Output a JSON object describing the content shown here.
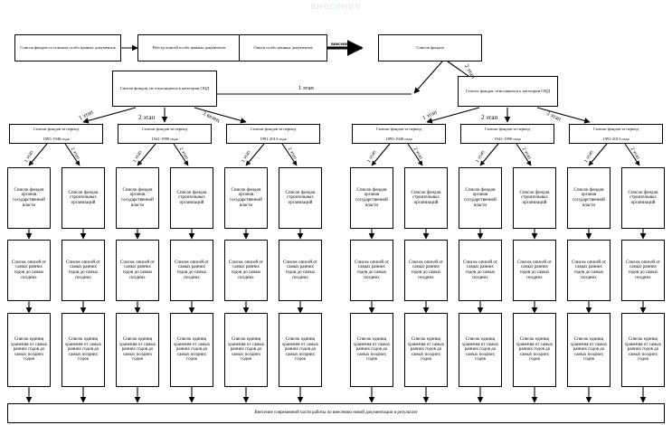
{
  "watermark": "внесение",
  "process_chain": [
    {
      "id": "p1",
      "label": "Список фондов со списком особо ценных документов"
    },
    {
      "id": "p2",
      "label": "Реестр описей особо ценных документов"
    },
    {
      "id": "p3",
      "label": "Описи особо ценных документов"
    },
    {
      "id": "p4",
      "label": "Список фондов"
    }
  ],
  "chain_connector_label": "внесение",
  "category_boxes": {
    "left": "Список фондов, не относящихся к категории ОЦД",
    "right": "Список фондов, относящихся к категории ОЦД"
  },
  "stage_label_to_left": "1 этап",
  "stage_label_to_right": "2 этап",
  "branches": [
    {
      "name": "left-branch",
      "stage_labels": [
        "1 этап",
        "2 этап",
        "3 кезең"
      ],
      "periods": [
        {
          "title": "Список фондов за период",
          "years": "1895-1940 года",
          "sub_stage_labels": [
            "1 этап",
            "2 этап"
          ],
          "funds": [
            "Список фондов органов государственной власти",
            "Список фондов строительных организаций"
          ]
        },
        {
          "title": "Список фондов за период",
          "years": "1941-1990 года",
          "sub_stage_labels": [
            "1 этап",
            "2 этап"
          ],
          "funds": [
            "Список фондов органов государственной власти",
            "Список фондов строительных организаций"
          ]
        },
        {
          "title": "Список фондов за период",
          "years": "1991-2013 года",
          "sub_stage_labels": [
            "1 этап",
            "2 этап"
          ],
          "funds": [
            "Список фондов органов государственной власти",
            "Список фондов строительных организаций"
          ]
        }
      ]
    },
    {
      "name": "right-branch",
      "stage_labels": [
        "1 этап",
        "2 этап",
        "3 этап"
      ],
      "periods": [
        {
          "title": "Список фондов за период",
          "years": "1895-1940 года",
          "sub_stage_labels": [
            "1 этап",
            "2 этап"
          ],
          "funds": [
            "Список фондов органов государственной власти",
            "Список фондов строительных организаций"
          ]
        },
        {
          "title": "Список фондов за период",
          "years": "1941-1990 года",
          "sub_stage_labels": [
            "1 этап",
            "2 этап"
          ],
          "funds": [
            "Список фондов органов государственной власти",
            "Список фондов строительных организаций"
          ]
        },
        {
          "title": "Список фондов за период",
          "years": "1991-2013 года",
          "sub_stage_labels": [
            "1 этап",
            "2 этап"
          ],
          "funds": [
            "Список фондов органов государственной власти",
            "Список фондов строительных организаций"
          ]
        }
      ]
    }
  ],
  "opis_row_label": "Список описей от самых ранних годов до самых поздних",
  "storage_unit_row_label": "Список единиц хранения от самых ранних годов до самых поздних годов",
  "footer_label": "Внесение современной части  работы по внесению новой документации в результате",
  "colors": {
    "line": "#000000",
    "box_border": "#000000",
    "box_fill": "#ffffff",
    "watermark": "#dfe9ea",
    "page_background": "#ffffff"
  }
}
